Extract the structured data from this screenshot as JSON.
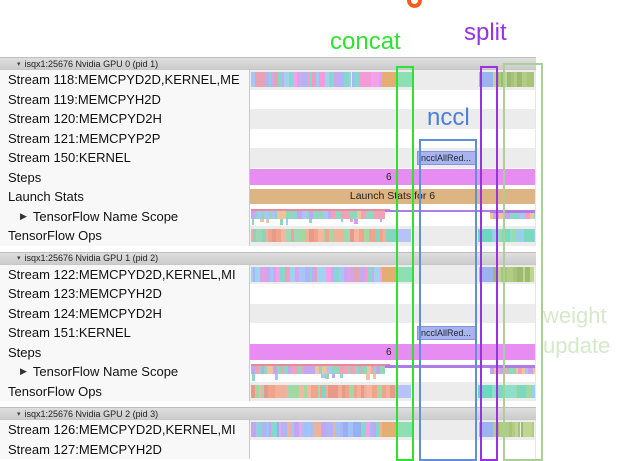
{
  "annotations": {
    "concat_label": "concat",
    "split_label": "split",
    "nccl_label": "nccl",
    "weight_update_line1": "weight",
    "weight_update_line2": "update",
    "colors": {
      "concat": "#2fe22f",
      "split": "#9832e2",
      "nccl": "#4a80d8",
      "nccl_box": "#6090d8",
      "weight_update_text": "#d5e8ca",
      "weight_update_box": "#a8d098",
      "partial_glyph": "#ff5c1e"
    }
  },
  "timeline": {
    "steps_value": "6",
    "launch_stats_text": "Launch Stats for 6",
    "nccl_kernel_text": "ncclAllRed..."
  },
  "sections": [
    {
      "header": "isqx1:25676 Nvidia GPU 0 (pid 1)",
      "rows": [
        {
          "label": "Stream 118:MEMCPYD2D,KERNEL,ME",
          "type": "stream",
          "bg": "g"
        },
        {
          "label": "Stream 119:MEMCPYH2D",
          "type": "empty",
          "bg": "w"
        },
        {
          "label": "Stream 120:MEMCPYD2H",
          "type": "empty",
          "bg": "g"
        },
        {
          "label": "Stream 121:MEMCPYP2P",
          "type": "empty",
          "bg": "w"
        },
        {
          "label": "Stream 150:KERNEL",
          "type": "kernel",
          "bg": "g"
        },
        {
          "label": "Steps",
          "type": "steps",
          "bg": "w"
        },
        {
          "label": "Launch Stats",
          "type": "launch",
          "bg": "w"
        },
        {
          "label": "TensorFlow Name Scope",
          "type": "namescope",
          "bg": "w",
          "expander": true
        },
        {
          "label": "TensorFlow Ops",
          "type": "ops",
          "bg": "g"
        }
      ]
    },
    {
      "header": "isqx1:25676 Nvidia GPU 1 (pid 2)",
      "rows": [
        {
          "label": "Stream 122:MEMCPYD2D,KERNEL,MI",
          "type": "stream",
          "bg": "g"
        },
        {
          "label": "Stream 123:MEMCPYH2D",
          "type": "empty",
          "bg": "w"
        },
        {
          "label": "Stream 124:MEMCPYD2H",
          "type": "empty",
          "bg": "g"
        },
        {
          "label": "Stream 151:KERNEL",
          "type": "kernel",
          "bg": "w"
        },
        {
          "label": "Steps",
          "type": "steps",
          "bg": "w"
        },
        {
          "label": "TensorFlow Name Scope",
          "type": "namescope",
          "bg": "w",
          "expander": true
        },
        {
          "label": "TensorFlow Ops",
          "type": "ops",
          "bg": "g"
        }
      ]
    },
    {
      "header": "isqx1:25676 Nvidia GPU 2 (pid 3)",
      "rows": [
        {
          "label": "Stream 126:MEMCPYD2D,KERNEL,MI",
          "type": "stream",
          "bg": "g",
          "palette": "stream_blue"
        },
        {
          "label": "Stream 127:MEMCPYH2D",
          "type": "empty",
          "bg": "w"
        }
      ]
    }
  ],
  "palettes": {
    "stream": [
      "#f0a2ec",
      "#b0b4f4",
      "#86d8cc",
      "#c8a8f2",
      "#a6c6f6",
      "#f49ad8",
      "#e8a2b4",
      "#9fd3ef",
      "#d2a6f0"
    ],
    "stream_blue": [
      "#a9c1f6",
      "#c2a6f0",
      "#f0a2ec",
      "#97b0f2",
      "#86d8cc",
      "#e8b4a0",
      "#b0b4f4",
      "#9fc3f7"
    ],
    "ops": [
      "#f2a38c",
      "#a2d8a2",
      "#84d6c4",
      "#f0b09a",
      "#9fd8b8",
      "#e89a8a",
      "#f4b8a2"
    ],
    "namescope": [
      "#8cd8c8",
      "#f2a2b8",
      "#c2a6f0",
      "#a6c6f6",
      "#f0c2a0",
      "#92d8b8"
    ],
    "olive": [
      "#b2cc84",
      "#9cbb70",
      "#a8c47c",
      "#c0d494"
    ],
    "tealgreen": [
      "#7cd8c0",
      "#a2d8a2",
      "#98d0e8",
      "#8ce0c8"
    ]
  },
  "solids": {
    "orange_chunk": "#e5ad72",
    "teal_chunk": "#8fdfb4",
    "blue_chunk": "#9db2f4",
    "lavender_chunk": "#b9c2f6",
    "teal_ops_chunk": "#6cd8c2",
    "steps_bar": "#e78df1",
    "launch_bar": "#ddb483",
    "nccl_block_bg": "#a9b3ee",
    "ns_pink_line": "#ee8898",
    "ns_violet_line": "#b07ae8"
  }
}
